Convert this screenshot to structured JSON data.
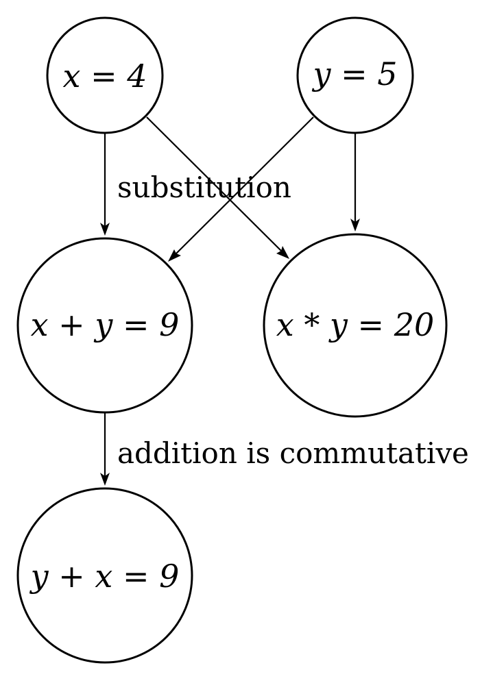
{
  "nodes": {
    "x_eq_4": "x = 4",
    "y_eq_5": "y = 5",
    "x_plus_y": "x + y = 9",
    "x_times_y": "x * y = 20",
    "y_plus_x": "y + x = 9"
  },
  "edges": {
    "substitution_label": "substitution",
    "commutative_label": "addition is commutative"
  },
  "colors": {
    "stroke": "#000000",
    "background": "#ffffff"
  }
}
